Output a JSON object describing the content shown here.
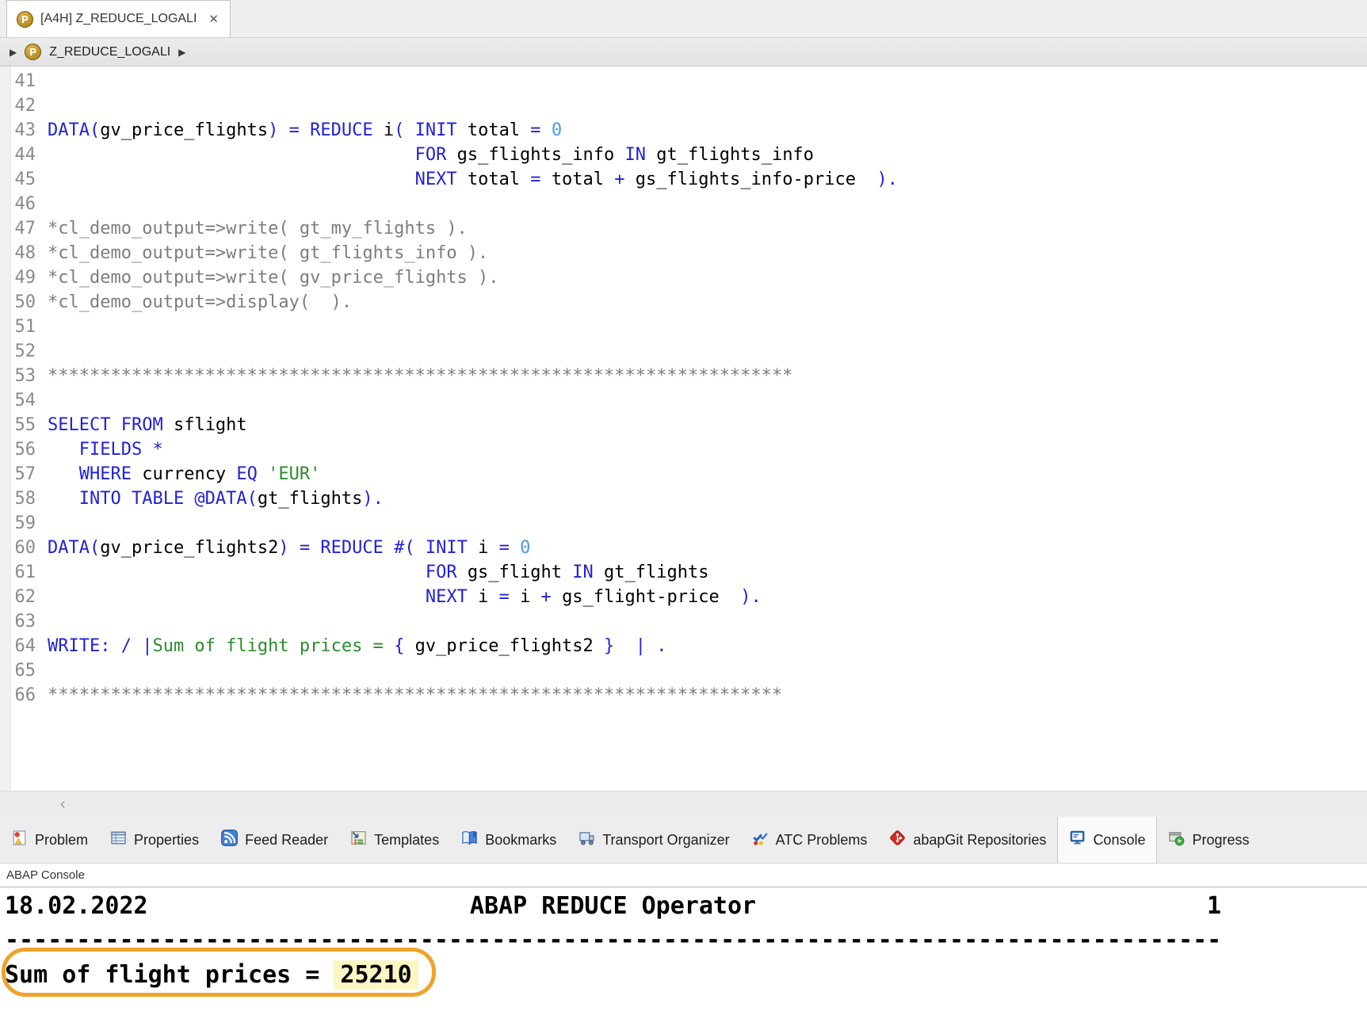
{
  "colors": {
    "keyword": "#2222d6",
    "number": "#4a97e8",
    "comment": "#7d7d7d",
    "string": "#2e8b2e",
    "identifier": "#000000",
    "highlight": "#fcf6c5",
    "annotation": "#efa32a"
  },
  "icons": {
    "program_letter": "P",
    "close": "✕",
    "arrow_right": "▶",
    "scroll_left": "‹"
  },
  "editor_tab": {
    "label": "[A4H] Z_REDUCE_LOGALI"
  },
  "breadcrumb": {
    "label": "Z_REDUCE_LOGALI"
  },
  "code": {
    "lines": [
      {
        "n": 41,
        "tokens": []
      },
      {
        "n": 42,
        "tokens": []
      },
      {
        "n": 43,
        "tokens": [
          [
            "k",
            "DATA("
          ],
          [
            "i",
            "gv_price_flights"
          ],
          [
            "k",
            ") = REDUCE "
          ],
          [
            "i",
            "i"
          ],
          [
            "k",
            "( INIT "
          ],
          [
            "i",
            "total"
          ],
          [
            "k",
            " = "
          ],
          [
            "n",
            "0"
          ]
        ]
      },
      {
        "n": 44,
        "tokens": [
          [
            "t",
            "                                   "
          ],
          [
            "k",
            "FOR "
          ],
          [
            "i",
            "gs_flights_info"
          ],
          [
            "k",
            " IN "
          ],
          [
            "i",
            "gt_flights_info"
          ]
        ]
      },
      {
        "n": 45,
        "tokens": [
          [
            "t",
            "                                   "
          ],
          [
            "k",
            "NEXT "
          ],
          [
            "i",
            "total"
          ],
          [
            "k",
            " = "
          ],
          [
            "i",
            "total"
          ],
          [
            "k",
            " + "
          ],
          [
            "i",
            "gs_flights_info-price"
          ],
          [
            "k",
            "  )."
          ]
        ]
      },
      {
        "n": 46,
        "tokens": []
      },
      {
        "n": 47,
        "tokens": [
          [
            "c",
            "*cl_demo_output=>write( gt_my_flights )."
          ]
        ]
      },
      {
        "n": 48,
        "tokens": [
          [
            "c",
            "*cl_demo_output=>write( gt_flights_info )."
          ]
        ]
      },
      {
        "n": 49,
        "tokens": [
          [
            "c",
            "*cl_demo_output=>write( gv_price_flights )."
          ]
        ]
      },
      {
        "n": 50,
        "tokens": [
          [
            "c",
            "*cl_demo_output=>display(  )."
          ]
        ]
      },
      {
        "n": 51,
        "tokens": []
      },
      {
        "n": 52,
        "tokens": []
      },
      {
        "n": 53,
        "tokens": [
          [
            "c",
            "***********************************************************************"
          ]
        ]
      },
      {
        "n": 54,
        "tokens": []
      },
      {
        "n": 55,
        "tokens": [
          [
            "k",
            "SELECT FROM "
          ],
          [
            "i",
            "sflight"
          ]
        ]
      },
      {
        "n": 56,
        "tokens": [
          [
            "k",
            "   FIELDS *"
          ]
        ]
      },
      {
        "n": 57,
        "tokens": [
          [
            "k",
            "   WHERE "
          ],
          [
            "i",
            "currency"
          ],
          [
            "k",
            " EQ "
          ],
          [
            "s",
            "'EUR'"
          ]
        ]
      },
      {
        "n": 58,
        "tokens": [
          [
            "k",
            "   INTO TABLE @DATA("
          ],
          [
            "i",
            "gt_flights"
          ],
          [
            "k",
            ")."
          ]
        ]
      },
      {
        "n": 59,
        "tokens": []
      },
      {
        "n": 60,
        "tokens": [
          [
            "k",
            "DATA("
          ],
          [
            "i",
            "gv_price_flights2"
          ],
          [
            "k",
            ") = REDUCE #( INIT "
          ],
          [
            "i",
            "i"
          ],
          [
            "k",
            " = "
          ],
          [
            "n",
            "0"
          ]
        ]
      },
      {
        "n": 61,
        "tokens": [
          [
            "t",
            "                                    "
          ],
          [
            "k",
            "FOR "
          ],
          [
            "i",
            "gs_flight"
          ],
          [
            "k",
            " IN "
          ],
          [
            "i",
            "gt_flights"
          ]
        ]
      },
      {
        "n": 62,
        "tokens": [
          [
            "t",
            "                                    "
          ],
          [
            "k",
            "NEXT "
          ],
          [
            "i",
            "i"
          ],
          [
            "k",
            " = "
          ],
          [
            "i",
            "i"
          ],
          [
            "k",
            " + "
          ],
          [
            "i",
            "gs_flight-price"
          ],
          [
            "k",
            "  )."
          ]
        ]
      },
      {
        "n": 63,
        "tokens": []
      },
      {
        "n": 64,
        "tokens": [
          [
            "k",
            "WRITE: / |"
          ],
          [
            "s",
            "Sum of flight prices = "
          ],
          [
            "k",
            "{ "
          ],
          [
            "i",
            "gv_price_flights2"
          ],
          [
            "k",
            " }  | ."
          ]
        ]
      },
      {
        "n": 65,
        "tokens": []
      },
      {
        "n": 66,
        "tokens": [
          [
            "c",
            "**********************************************************************"
          ]
        ]
      }
    ]
  },
  "views": {
    "tabs": [
      {
        "id": "problem",
        "label": "Problem",
        "icon": "problem-icon",
        "active": false
      },
      {
        "id": "properties",
        "label": "Properties",
        "icon": "properties-icon",
        "active": false
      },
      {
        "id": "feed-reader",
        "label": "Feed Reader",
        "icon": "feed-icon",
        "active": false
      },
      {
        "id": "templates",
        "label": "Templates",
        "icon": "templates-icon",
        "active": false
      },
      {
        "id": "bookmarks",
        "label": "Bookmarks",
        "icon": "bookmarks-icon",
        "active": false
      },
      {
        "id": "transport-organizer",
        "label": "Transport Organizer",
        "icon": "transport-icon",
        "active": false
      },
      {
        "id": "atc-problems",
        "label": "ATC Problems",
        "icon": "atc-icon",
        "active": false
      },
      {
        "id": "abapgit-repositories",
        "label": "abapGit Repositories",
        "icon": "abapgit-icon",
        "active": false
      },
      {
        "id": "console",
        "label": "Console",
        "icon": "console-icon",
        "active": true
      },
      {
        "id": "progress",
        "label": "Progress",
        "icon": "progress-icon",
        "active": false
      }
    ]
  },
  "console": {
    "view_title": "ABAP Console",
    "date": "18.02.2022",
    "title": "ABAP REDUCE Operator",
    "page": "1",
    "separator": "-------------------------------------------------------------------------------------",
    "output_prefix": "Sum of flight prices = ",
    "output_value": "25210"
  }
}
